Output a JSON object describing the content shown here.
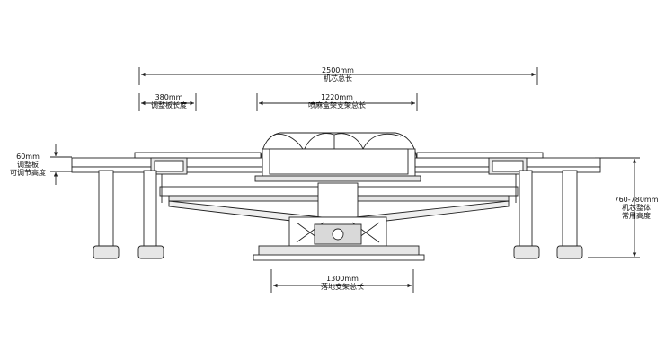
{
  "dimensions": {
    "machine_core_length": {
      "value": "2500mm",
      "label": "机芯总长"
    },
    "adjust_plate_length": {
      "value": "380mm",
      "label": "调整板长度"
    },
    "mahjong_box_bracket_length": {
      "value": "1220mm",
      "label": "喷麻盒架支架总长"
    },
    "adjust_plate_height": {
      "value": "60mm",
      "label_line1": "调整板",
      "label_line2": "可调节高度"
    },
    "overall_height": {
      "value": "760-780mm",
      "label_line1": "机芯整体",
      "label_line2": "常用高度"
    },
    "floor_bracket_length": {
      "value": "1300mm",
      "label": "落地支架总长"
    }
  },
  "colors": {
    "line": "#222222",
    "fill_light": "#f2f2f2",
    "fill_mid": "#d9d9d9",
    "background": "#ffffff"
  }
}
